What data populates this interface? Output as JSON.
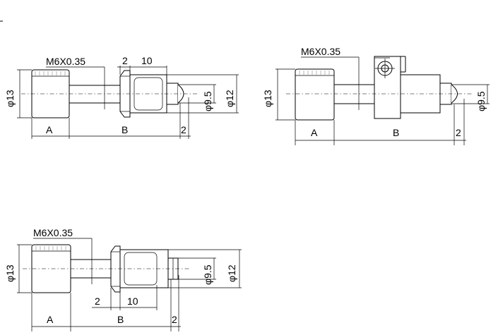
{
  "views": {
    "top_left": {
      "thread": "M6X0.35",
      "dia_knob": "φ13",
      "dia_plunger": "φ9.5",
      "dia_body": "φ12",
      "dim_2": "2",
      "dim_10": "10",
      "dim_a": "A",
      "dim_b": "B",
      "dim_tip": "2"
    },
    "top_right": {
      "thread": "M6X0.35",
      "dia_knob": "φ13",
      "dia_plunger": "φ9.5",
      "dim_a": "A",
      "dim_b": "B",
      "dim_tip": "2"
    },
    "bottom_left": {
      "thread": "M6X0.35",
      "dia_knob": "φ13",
      "dia_plunger": "φ9.5",
      "dia_body": "φ12",
      "dim_2": "2",
      "dim_10": "10",
      "dim_a": "A",
      "dim_b": "B",
      "dim_tip": "2"
    }
  }
}
